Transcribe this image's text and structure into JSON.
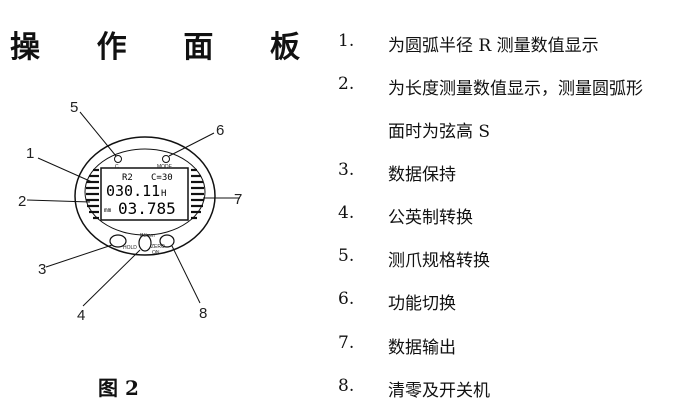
{
  "panel": {
    "title_chars": [
      "操",
      "作",
      "面",
      "板"
    ],
    "figure_caption": "图 2"
  },
  "device": {
    "top_left_button_label": "C",
    "top_right_button_label": "MODE",
    "lcd_line1_left": "R2",
    "lcd_line1_right": "C=30",
    "lcd_value1": "030.11",
    "lcd_unit1": "H",
    "lcd_prefix2": "mm",
    "lcd_value2": "03.785",
    "bottom_small_label": "IN/mm",
    "bottom_left_label": "HOLD",
    "bottom_right_label": "ZERO",
    "bottom_right_label2": "ON"
  },
  "callouts": [
    "1",
    "2",
    "3",
    "4",
    "5",
    "6",
    "7",
    "8"
  ],
  "items": [
    {
      "num": "1.",
      "text": "为圆弧半径 R 测量数值显示"
    },
    {
      "num": "2.",
      "text": "为长度测量数值显示，测量圆弧形"
    },
    {
      "num": "",
      "text": "面时为弦高 S"
    },
    {
      "num": "3.",
      "text": "数据保持"
    },
    {
      "num": "4.",
      "text": "公英制转换"
    },
    {
      "num": "5.",
      "text": "测爪规格转换"
    },
    {
      "num": "6.",
      "text": "功能切换"
    },
    {
      "num": "7.",
      "text": "数据输出"
    },
    {
      "num": "8.",
      "text": "清零及开关机"
    }
  ]
}
